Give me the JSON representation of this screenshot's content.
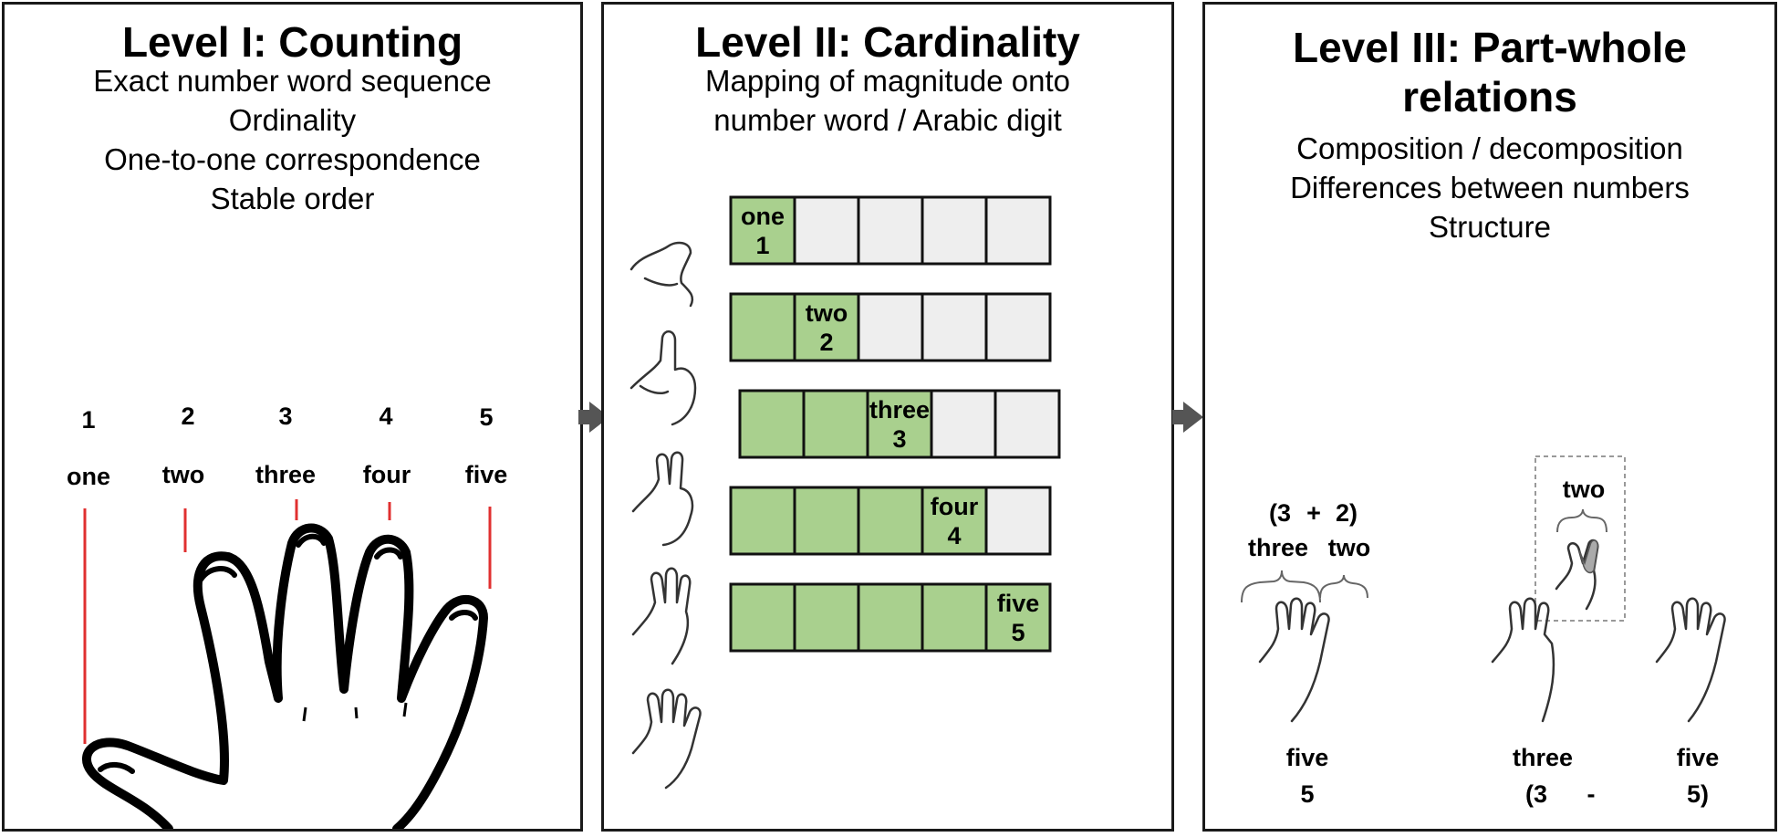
{
  "panel1": {
    "title": "Level I: Counting",
    "lines": [
      "Exact number word sequence",
      "Ordinality",
      "One-to-one correspondence",
      "Stable order"
    ],
    "digits": [
      "1",
      "2",
      "3",
      "4",
      "5"
    ],
    "words": [
      "one",
      "two",
      "three",
      "four",
      "five"
    ],
    "line_color": "#e03030"
  },
  "panel2": {
    "title": "Level II: Cardinality",
    "lines": [
      "Mapping of magnitude onto",
      "number word / Arabic digit"
    ],
    "rows": [
      {
        "word": "one",
        "digit": "1"
      },
      {
        "word": "two",
        "digit": "2"
      },
      {
        "word": "three",
        "digit": "3"
      },
      {
        "word": "four",
        "digit": "4"
      },
      {
        "word": "five",
        "digit": "5"
      }
    ],
    "filled_color": "#a9d08e",
    "empty_color": "#eeeeee"
  },
  "panel3": {
    "title_line1": "Level III: Part-whole",
    "title_line2": "relations",
    "lines": [
      "Composition / decomposition",
      "Differences between numbers",
      "Structure"
    ],
    "left_example": {
      "expr_open": "(3",
      "expr_plus": "+",
      "expr_close": "2)",
      "part1": "three",
      "part2": "two",
      "total_word": "five",
      "total_digit": "5"
    },
    "right_example": {
      "diff_word": "two",
      "left_word": "three",
      "right_word": "five",
      "left_paren": "(3",
      "minus": "-",
      "right_paren": "5)"
    }
  },
  "icons": [
    "arrow-right-icon",
    "hand-icon",
    "curly-brace-icon"
  ]
}
